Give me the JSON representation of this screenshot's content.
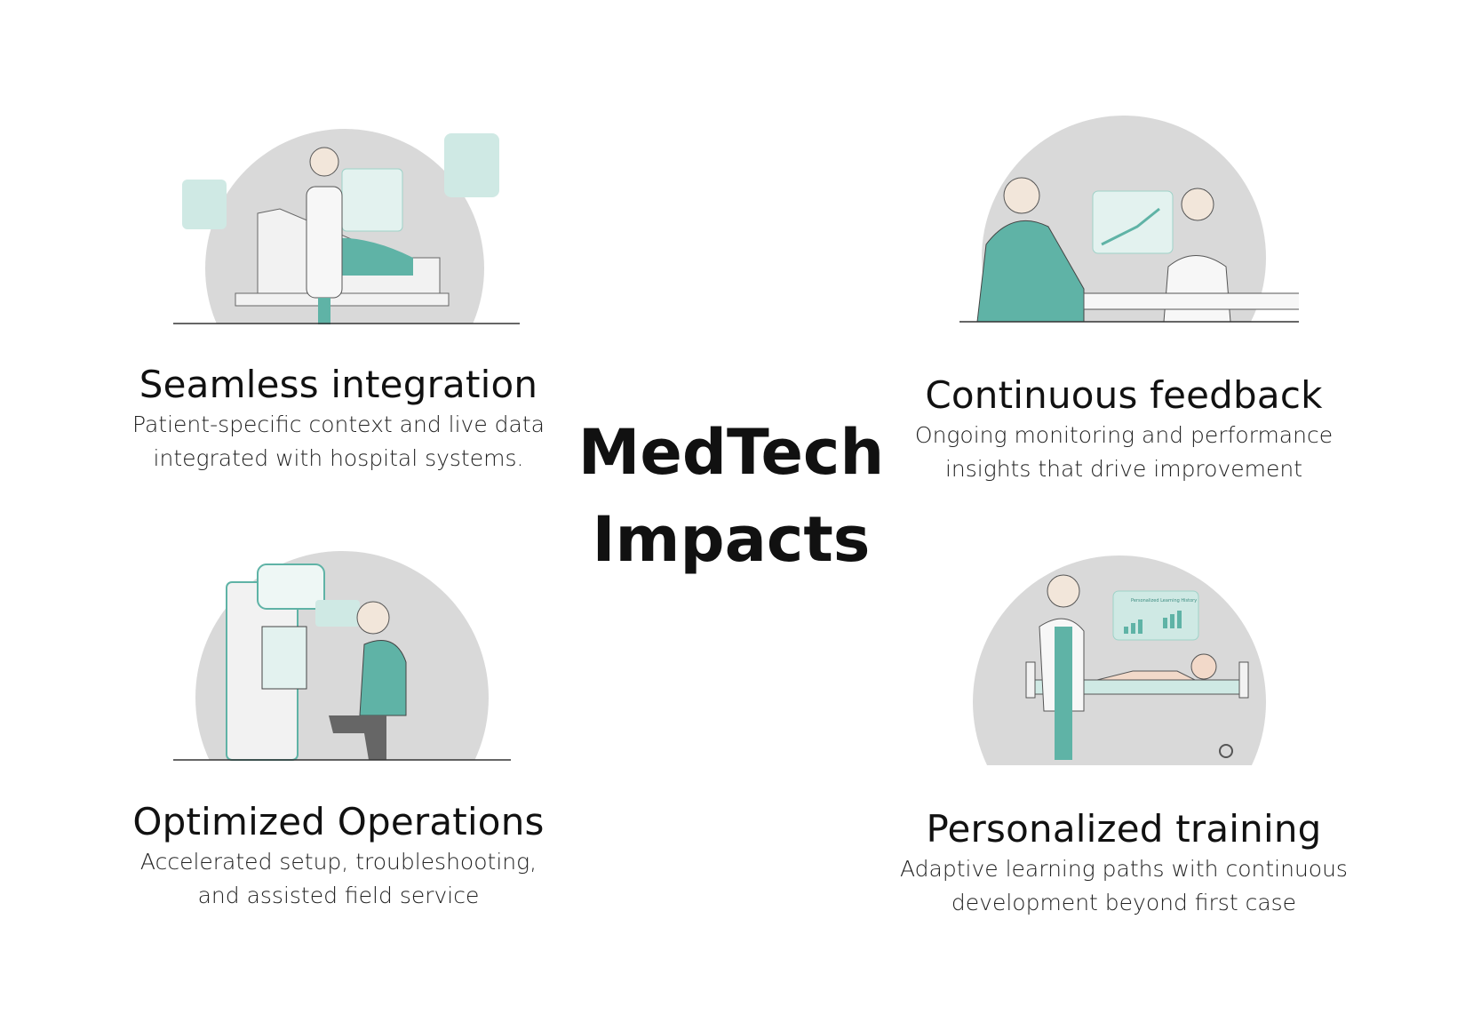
{
  "center_title": {
    "line1": "MedTech",
    "line2": "Impacts"
  },
  "colors": {
    "accent": "#5fb3a6",
    "circle": "#d9d9d9",
    "text": "#111111"
  },
  "cards": [
    {
      "title": "Seamless integration",
      "desc1": "Patient-specific context and live data",
      "desc2": "integrated with hospital systems.",
      "illustration": "doctor-with-patient-bed-data-icons"
    },
    {
      "title": "Continuous feedback",
      "desc1": "Ongoing monitoring and performance",
      "desc2": "insights that drive improvement",
      "illustration": "surgeon-and-doctor-analytics-dashboard"
    },
    {
      "title": "Optimized Operations",
      "desc1": "Accelerated setup, troubleshooting,",
      "desc2": "and assisted field service",
      "illustration": "technician-servicing-medical-machine"
    },
    {
      "title": "Personalized training",
      "desc1": "Adaptive learning paths with continuous",
      "desc2": "development beyond first case",
      "illustration": "doctor-training-on-mannequin",
      "panel_label": "Personalized Learning History"
    }
  ]
}
